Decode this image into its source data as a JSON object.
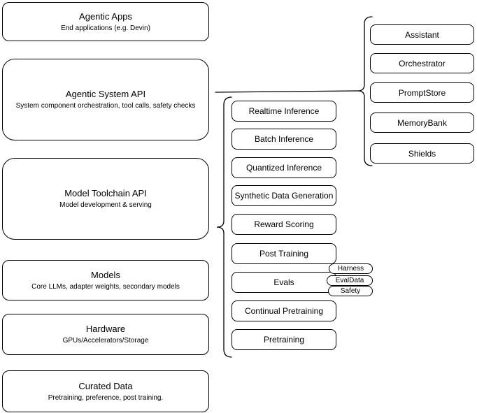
{
  "diagram": {
    "colors": {
      "stroke": "#000000",
      "background": "#ffffff",
      "text": "#000000"
    },
    "left_stack": [
      {
        "title": "Agentic Apps",
        "subtitle": "End applications (e.g. Devin)"
      },
      {
        "title": "Agentic System API",
        "subtitle": "System component orchestration, tool calls, safety checks"
      },
      {
        "title": "Model Toolchain API",
        "subtitle": "Model development & serving"
      },
      {
        "title": "Models",
        "subtitle": "Core LLMs, adapter weights, secondary models"
      },
      {
        "title": "Hardware",
        "subtitle": "GPUs/Accelerators/Storage"
      },
      {
        "title": "Curated Data",
        "subtitle": "Pretraining, preference, post training."
      }
    ],
    "toolchain_stack": [
      "Realtime Inference",
      "Batch Inference",
      "Quantized Inference",
      "Synthetic Data Generation",
      "Reward Scoring",
      "Post Training",
      "Evals",
      "Continual Pretraining",
      "Pretraining"
    ],
    "eval_tags": [
      "Harness",
      "EvalData",
      "Safety"
    ],
    "system_stack": [
      "Assistant",
      "Orchestrator",
      "PromptStore",
      "MemoryBank",
      "Shields"
    ]
  }
}
